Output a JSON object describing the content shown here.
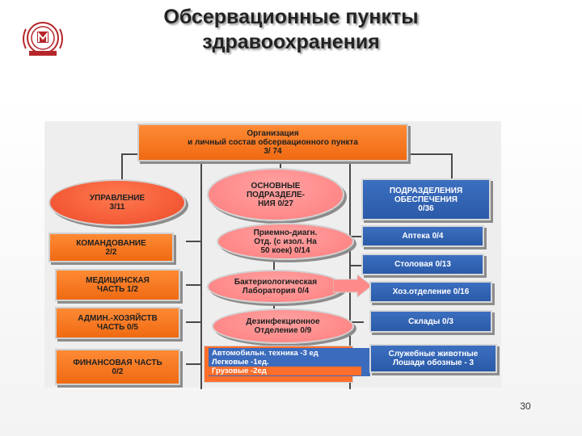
{
  "title": {
    "line1": "Обсервационные пункты",
    "line2": "здравоохранения"
  },
  "diagram": {
    "top": {
      "line1": "Организация",
      "line2": "и личный состав обсервационного пункта",
      "line3": "3/ 74"
    },
    "left": [
      {
        "line1": "УПРАВЛЕНИЕ",
        "line2": "3/11"
      },
      {
        "line1": "КОМАНДОВАНИЕ",
        "line2": "2/2"
      },
      {
        "line1": "МЕДИЦИНСКАЯ",
        "line2": "ЧАСТЬ          1/2"
      },
      {
        "line1": "АДМИН.-ХОЗЯЙСТВ",
        "line2": "ЧАСТЬ          0/5"
      },
      {
        "line1": "ФИНАНСОВАЯ  ЧАСТЬ",
        "line2": "0/2"
      }
    ],
    "center": [
      {
        "line1": "ОСНОВНЫЕ",
        "line2": "ПОДРАЗДЕЛЕ-",
        "line3": "НИЯ   0/27"
      },
      {
        "line1": "Приемно-диагн.",
        "line2": "Отд. (с изол. На",
        "line3": "50 коек) 0/14"
      },
      {
        "line1": "Бактериологическая",
        "line2": "Лаборатория     0/4"
      },
      {
        "line1": "Дезинфекционное",
        "line2": "Отделение     0/9"
      }
    ],
    "vehicles": {
      "line1": "Автомобильн. техника -3 ед",
      "line2": "Легковые -1ед.",
      "line3": "Грузовые -2ед"
    },
    "right": [
      {
        "line1": "ПОДРАЗДЕЛЕНИЯ",
        "line2": "ОБЕСПЕЧЕНИЯ",
        "line3": "0/36"
      },
      {
        "line1": "Аптека  0/4"
      },
      {
        "line1": "Столовая        0/13"
      },
      {
        "line1": "Хоз.отделение  0/16"
      },
      {
        "line1": "Склады  0/3"
      },
      {
        "line1": "Служебные животные",
        "line2": "Лошади обозные  - 3"
      }
    ]
  },
  "page_number": "30",
  "colors": {
    "orange": "#f47320",
    "blue": "#2e5fae",
    "pink": "#ff8f8f",
    "logo": "#b5262a"
  },
  "icons": {
    "logo": "university-seal-icon"
  }
}
